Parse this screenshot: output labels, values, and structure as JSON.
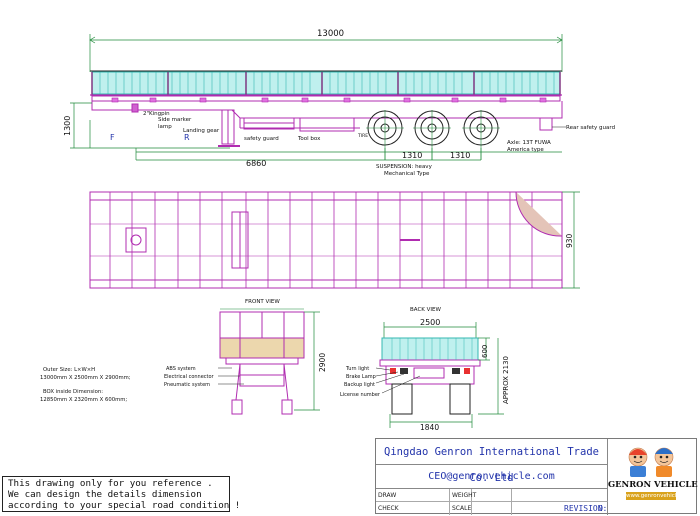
{
  "drawing": {
    "dims": {
      "overall_length": "13000",
      "height": "1300",
      "front_overhang": "6860",
      "axle_spacing_a": "1310",
      "axle_spacing_b": "1310",
      "width_top": "930",
      "front_height": "2900",
      "back_width": "2500",
      "back_side_height": "600",
      "back_overall_height": "APPROX 2130",
      "track_width": "1840",
      "letter_f": "F",
      "letter_r": "R"
    },
    "side_labels": {
      "kingpin": "2\"Kingpin",
      "side_marker_1": "Side marker",
      "side_marker_2": "lamp",
      "landing_gear": "Landing gear",
      "safety_guard": "safety guard",
      "tool_box": "Tool box",
      "tire": "TIRE",
      "rear_safety_guard": "Rear safety guard",
      "axle_1": "Axle: 13T FUWA",
      "axle_2": "America type",
      "suspension_1": "SUSPENSION: heavy",
      "suspension_2": "Mechanical Type"
    },
    "front_view": {
      "title": "FRONT VIEW",
      "abs": "ABS system",
      "electrical": "Electrical connector",
      "pneumatic": "Pneumatic system"
    },
    "back_view": {
      "title": "BACK VIEW",
      "turn_light": "Turn light",
      "brake_lamp": "Brake Lamp",
      "backup_light": "Backup light",
      "license_number": "License number"
    },
    "specs": {
      "outer_size_label": "Outer Size: L×W×H",
      "outer_size_value": "13000mm X 2500mm X 2900mm;",
      "box_label": "BOX inside Dimension:",
      "box_value": "12850mm X 2320mm X 600mm;"
    }
  },
  "note": {
    "line1": "This drawing only for you reference .",
    "line2": "We can design the details dimension",
    "line3": "according to your special road condition !"
  },
  "title_block": {
    "company": "Qingdao Genron International Trade Co. Ltd",
    "email": "CEO@genronvehicle.com",
    "draw_label": "DRAW",
    "weight_label": "WEIGHT",
    "check_label": "CHECK",
    "scale_label": "SCALE",
    "revision_label": "REVISION:",
    "revision_value": "0"
  },
  "logo": {
    "brand": "GENRON VEHICLE",
    "sub": "www.genronvehicle.com"
  },
  "colors": {
    "structure": "#b02cb0",
    "box": "#35b8b2",
    "dimension": "#1f8a3a",
    "text_blue": "#2233aa"
  }
}
